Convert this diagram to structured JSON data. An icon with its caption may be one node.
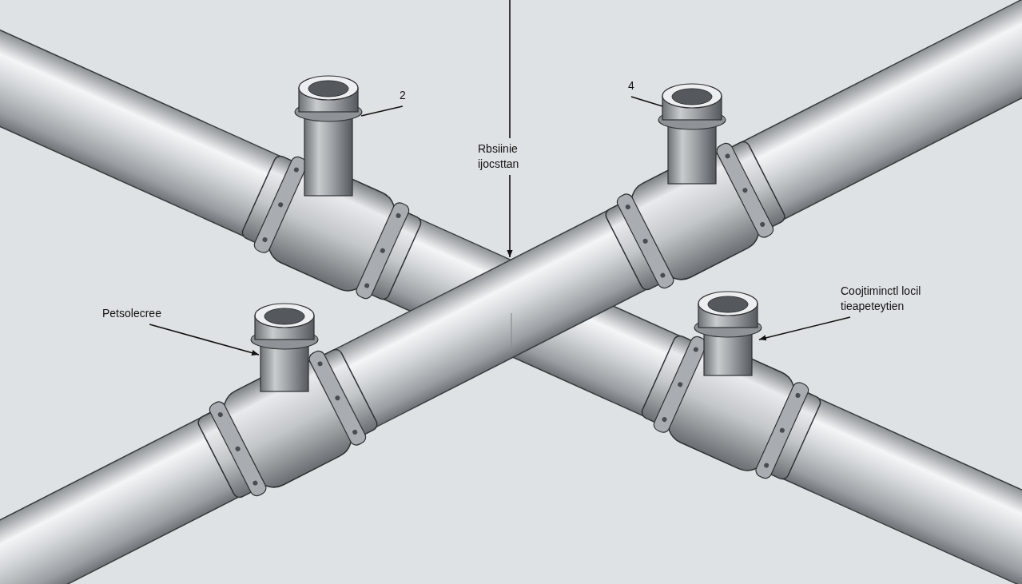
{
  "diagram": {
    "nodes": [
      {
        "text": [
          "2"
        ]
      },
      {
        "text": [],
        "shape": "picture"
      },
      {
        "text": [
          "Rbsiinie ijocsttan"
        ]
      },
      {
        "text": [
          "4"
        ]
      },
      {
        "text": [],
        "shape": "picture"
      },
      {
        "text": [
          "Petsolecree"
        ]
      },
      {
        "text": [],
        "shape": "picture"
      },
      {
        "text": [
          "Coojtiminctl locil tieapeteytien"
        ]
      },
      {
        "text": [],
        "shape": "picture"
      }
    ],
    "edges": [
      {
        "from": 0,
        "to": 1,
        "arrow": "none"
      },
      {
        "from": 3,
        "to": 4,
        "arrow": "none"
      },
      {
        "from": null,
        "to": 2,
        "arrow": "none"
      },
      {
        "from": 2,
        "to": null,
        "arrow": "to"
      },
      {
        "from": 5,
        "to": 6,
        "arrow": "to"
      },
      {
        "from": 7,
        "to": 8,
        "arrow": "to"
      }
    ]
  }
}
